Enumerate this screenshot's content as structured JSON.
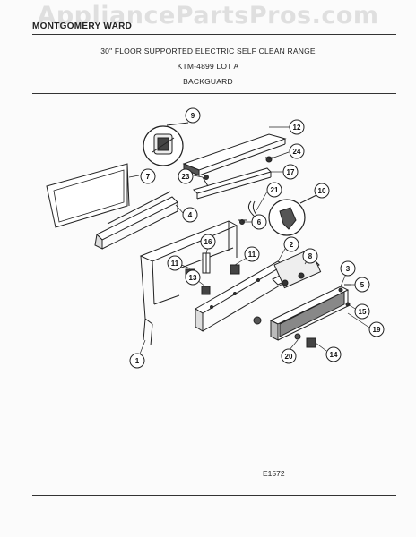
{
  "header": {
    "brand": "MONTGOMERY WARD",
    "line1": "30\" FLOOR SUPPORTED ELECTRIC SELF CLEAN RANGE",
    "line2": "KTM-4899 LOT A",
    "line3": "BACKGUARD"
  },
  "watermark": "AppliancePartsPros.com",
  "diagram_code": "E1572",
  "callouts": [
    "1",
    "2",
    "3",
    "4",
    "5",
    "6",
    "7",
    "8",
    "9",
    "10",
    "11",
    "11",
    "12",
    "13",
    "14",
    "15",
    "16",
    "17",
    "19",
    "20",
    "21",
    "23",
    "24"
  ]
}
